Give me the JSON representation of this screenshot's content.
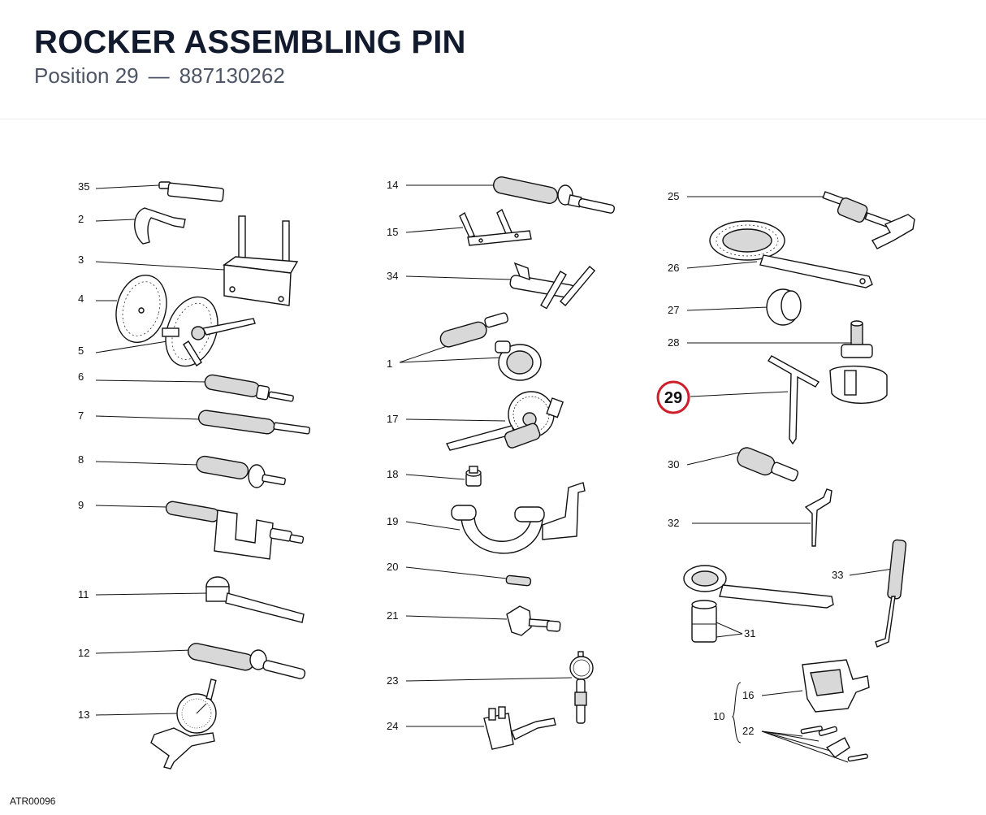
{
  "header": {
    "title": "ROCKER ASSEMBLING PIN",
    "position_label": "Position 29",
    "separator": "—",
    "part_number": "887130262"
  },
  "drawing_code": "ATR00096",
  "highlight": {
    "position": "29",
    "color": "#cc1f2a"
  },
  "callouts": {
    "c35": "35",
    "c2": "2",
    "c3": "3",
    "c4": "4",
    "c5": "5",
    "c6": "6",
    "c7": "7",
    "c8": "8",
    "c9": "9",
    "c11": "11",
    "c12": "12",
    "c13": "13",
    "c14": "14",
    "c15": "15",
    "c34": "34",
    "c1": "1",
    "c17": "17",
    "c18": "18",
    "c19": "19",
    "c20": "20",
    "c21": "21",
    "c23": "23",
    "c24": "24",
    "c25": "25",
    "c26": "26",
    "c27": "27",
    "c28": "28",
    "c30": "30",
    "c32": "32",
    "c33": "33",
    "c31": "31",
    "c16": "16",
    "c10": "10",
    "c22": "22"
  }
}
